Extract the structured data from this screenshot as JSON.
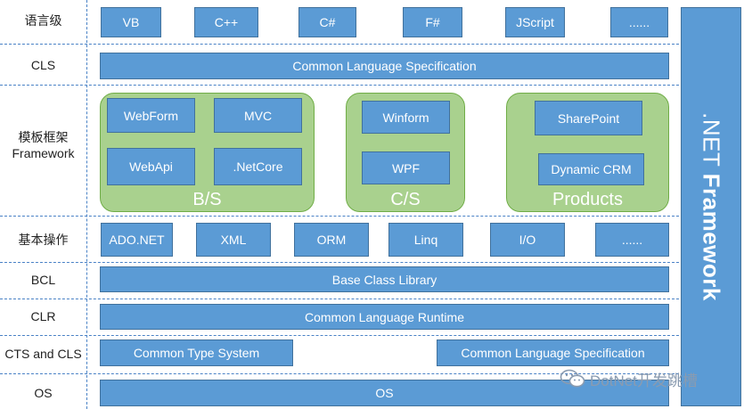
{
  "rows": {
    "lang": "语言级",
    "cls": "CLS",
    "template_cn": "模板框架",
    "template_en": "Framework",
    "basic": "基本操作",
    "bcl": "BCL",
    "clr": "CLR",
    "cts": "CTS and CLS",
    "os": "OS"
  },
  "languages": [
    "VB",
    "C++",
    "C#",
    "F#",
    "JScript",
    "......"
  ],
  "cls_bar": "Common Language Specification",
  "frameworks": {
    "bs": {
      "label": "B/S",
      "items": [
        "WebForm",
        "MVC",
        "WebApi",
        ".NetCore"
      ]
    },
    "cs": {
      "label": "C/S",
      "items": [
        "Winform",
        "WPF"
      ]
    },
    "products": {
      "label": "Products",
      "items": [
        "SharePoint",
        "Dynamic CRM"
      ]
    }
  },
  "basic_ops": [
    "ADO.NET",
    "XML",
    "ORM",
    "Linq",
    "I/O",
    "......"
  ],
  "bcl_bar": "Base Class Library",
  "clr_bar": "Common Language Runtime",
  "cts_bars": [
    "Common Type System",
    "Common Language Specification"
  ],
  "os_bar": "OS",
  "net": {
    "prefix": ".NET",
    "suffix": "Framework"
  },
  "watermark": "DotNet开发跳槽",
  "colors": {
    "box": "#5b9bd5",
    "green": "#a9d18e",
    "divider": "#4a82c6"
  }
}
